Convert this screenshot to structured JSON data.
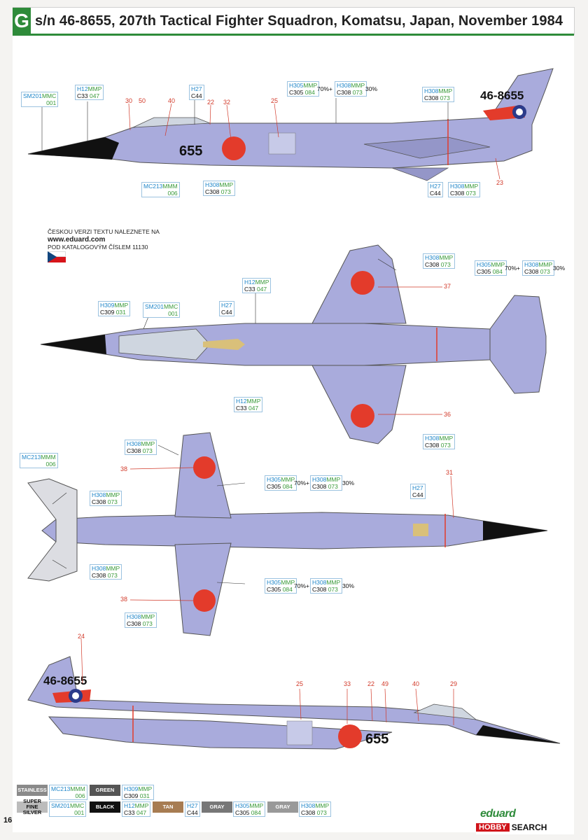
{
  "header": {
    "letter": "G",
    "title": "s/n 46-8655, 207th Tactical Fighter Squadron, Komatsu, Japan, November 1984"
  },
  "czech_note": {
    "line1": "ČESKOU VERZI TEXTU NALEZNETE NA",
    "url": "www.eduard.com",
    "line3": "POD KATALOGOVÝM ČÍSLEM 11130"
  },
  "profile1": {
    "tail_serial": "46-8655",
    "nose_number": "655"
  },
  "profile4": {
    "tail_serial": "46-8655",
    "nose_number": "655"
  },
  "callouts": {
    "c30": "30",
    "c50": "50",
    "c40": "40",
    "c22": "22",
    "c32": "32",
    "c25": "25",
    "c23": "23",
    "c37": "37",
    "c36": "36",
    "c38a": "38",
    "c38b": "38",
    "c31": "31",
    "c24": "24",
    "c25b": "25",
    "c33": "33",
    "c22b": "22",
    "c49": "49",
    "c40b": "40",
    "c29": "29"
  },
  "paint_codes": {
    "sm201": {
      "a": "SM201",
      "b": "MMC",
      "c": "001"
    },
    "h12": {
      "a": "H12",
      "b": "MMP",
      "c": "C33",
      "d": "047"
    },
    "h27": {
      "a": "H27",
      "c": "C44"
    },
    "h305": {
      "a": "H305",
      "b": "MMP",
      "c": "C305",
      "d": "084"
    },
    "h308": {
      "a": "H308",
      "b": "MMP",
      "c": "C308",
      "d": "073"
    },
    "h309": {
      "a": "H309",
      "b": "MMP",
      "c": "C309",
      "d": "031"
    },
    "mc213": {
      "a": "MC213",
      "b": "MMM",
      "c": "006"
    },
    "pct70": "70%+",
    "pct30": "30%"
  },
  "legend": [
    {
      "chip": "STAINLESS",
      "color": "#8a8a8a",
      "code_a": "MC213",
      "code_b": "MMM",
      "code_c": "006"
    },
    {
      "chip": "GREEN",
      "color": "#555555",
      "code_a": "H309",
      "code_b": "MMP",
      "code_c": "C309",
      "code_d": "031"
    },
    {
      "chip": "SUPER FINE SILVER",
      "color": "#bcbcbc",
      "code_a": "SM201",
      "code_b": "MMC",
      "code_c": "001"
    },
    {
      "chip": "BLACK",
      "color": "#111111",
      "code_a": "H12",
      "code_b": "MMP",
      "code_c": "C33",
      "code_d": "047"
    },
    {
      "chip": "TAN",
      "color": "#a77c52",
      "code_a": "H27",
      "code_c": "C44"
    },
    {
      "chip": "GRAY",
      "color": "#777777",
      "code_a": "H305",
      "code_b": "MMP",
      "code_c": "C305",
      "code_d": "084"
    },
    {
      "chip": "GRAY",
      "color": "#999999",
      "code_a": "H308",
      "code_b": "MMP",
      "code_c": "C308",
      "code_d": "073"
    }
  ],
  "footer": {
    "page": "16",
    "brand": "eduard",
    "watermark_prefix": "HOBBY",
    "watermark_suffix": "SEARCH"
  },
  "colors": {
    "camo": "#a9abdc",
    "camo_dark": "#9496c8",
    "hinomaru": "#e33b2b",
    "green": "#2e8b3a",
    "black": "#111111"
  }
}
